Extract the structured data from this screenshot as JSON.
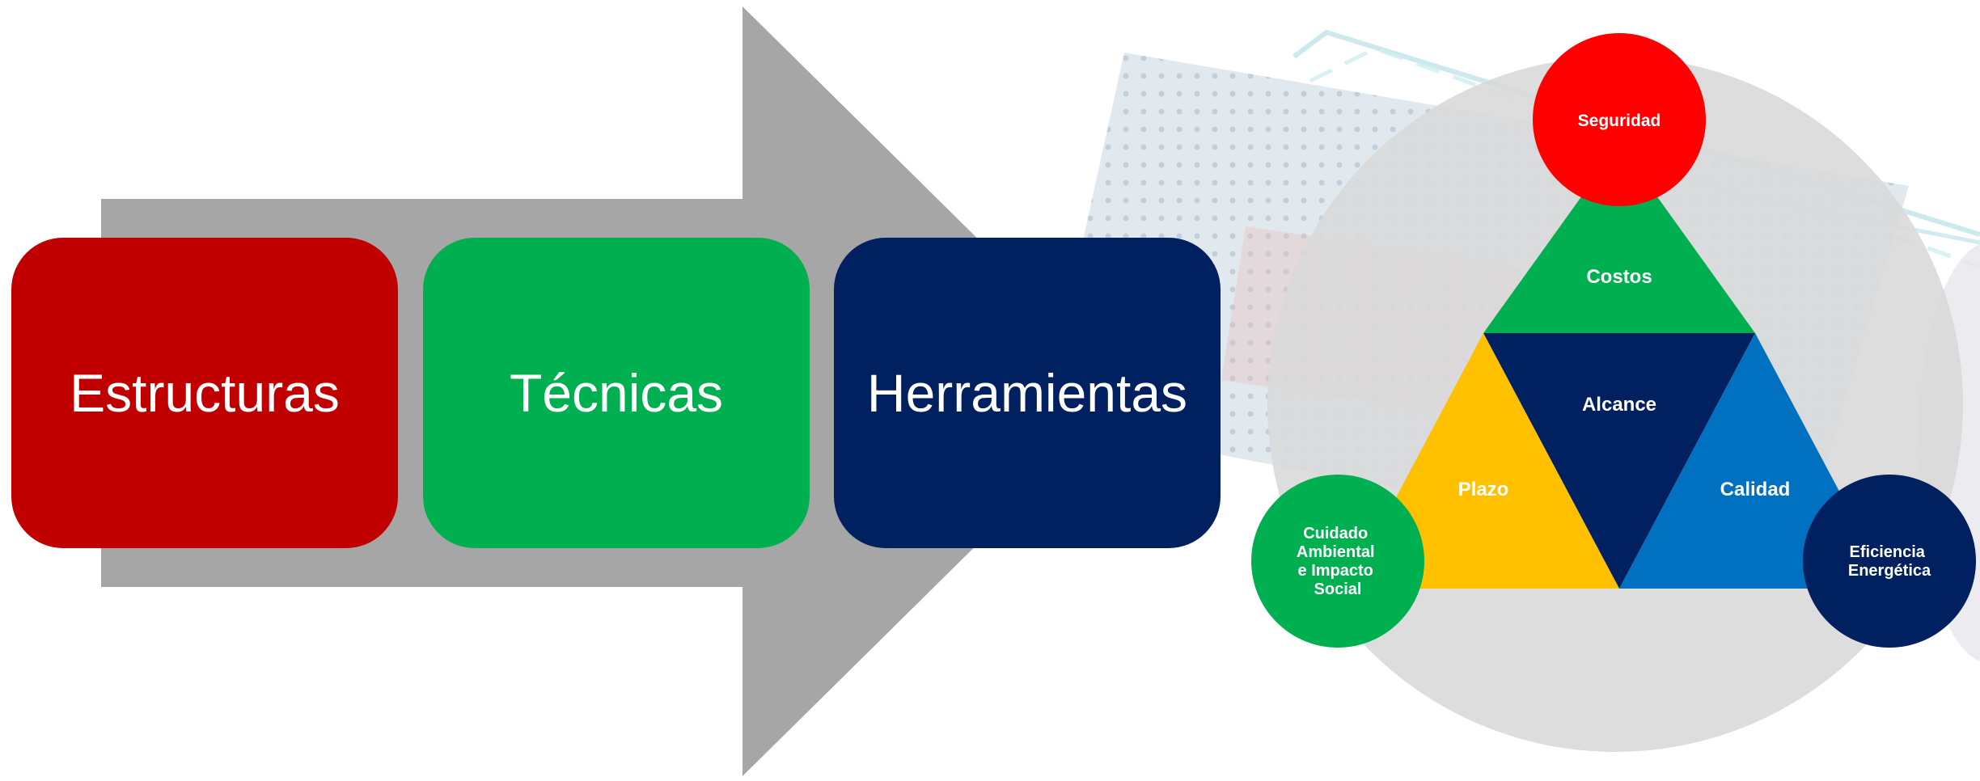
{
  "process": {
    "steps": [
      {
        "label": "Estructuras"
      },
      {
        "label": "Técnicas"
      },
      {
        "label": "Herramientas"
      }
    ]
  },
  "triangle": {
    "top_circle": "Seguridad",
    "top": "Costos",
    "center": "Alcance",
    "left": "Plazo",
    "right": "Calidad",
    "left_circle_lines": [
      "Cuidado",
      "Ambiental",
      "e Impacto",
      "Social"
    ],
    "right_circle_lines": [
      "Eficiencia",
      "Energética"
    ]
  },
  "colors": {
    "red": "#c00000",
    "bright_red": "#ff0000",
    "green": "#00b050",
    "navy": "#002060",
    "yellow": "#ffc000",
    "blue": "#0070c0",
    "gray_arrow": "#a6a6a6",
    "gray_circle": "#d9d9d9"
  }
}
